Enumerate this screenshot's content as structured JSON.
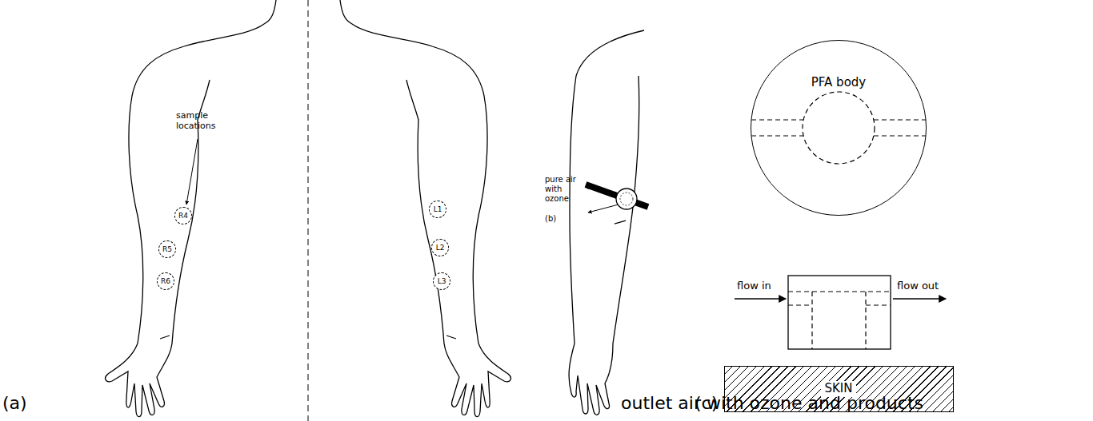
{
  "diagram": {
    "nodes": [
      {
        "text": [
          "R4"
        ]
      },
      {
        "text": [
          "R5"
        ]
      },
      {
        "text": [
          "R6"
        ]
      },
      {
        "text": [
          "L1"
        ]
      },
      {
        "text": [
          "L2"
        ]
      },
      {
        "text": [
          "L3"
        ]
      },
      {
        "text": [
          "PFA body"
        ]
      },
      {
        "text": [
          "SKIN"
        ]
      }
    ],
    "labels": [
      "sample locations",
      "(a)",
      "pure air with ozone",
      "outlet air with ozone and products",
      "(b)",
      "flow in",
      "flow out",
      "(c)"
    ]
  }
}
